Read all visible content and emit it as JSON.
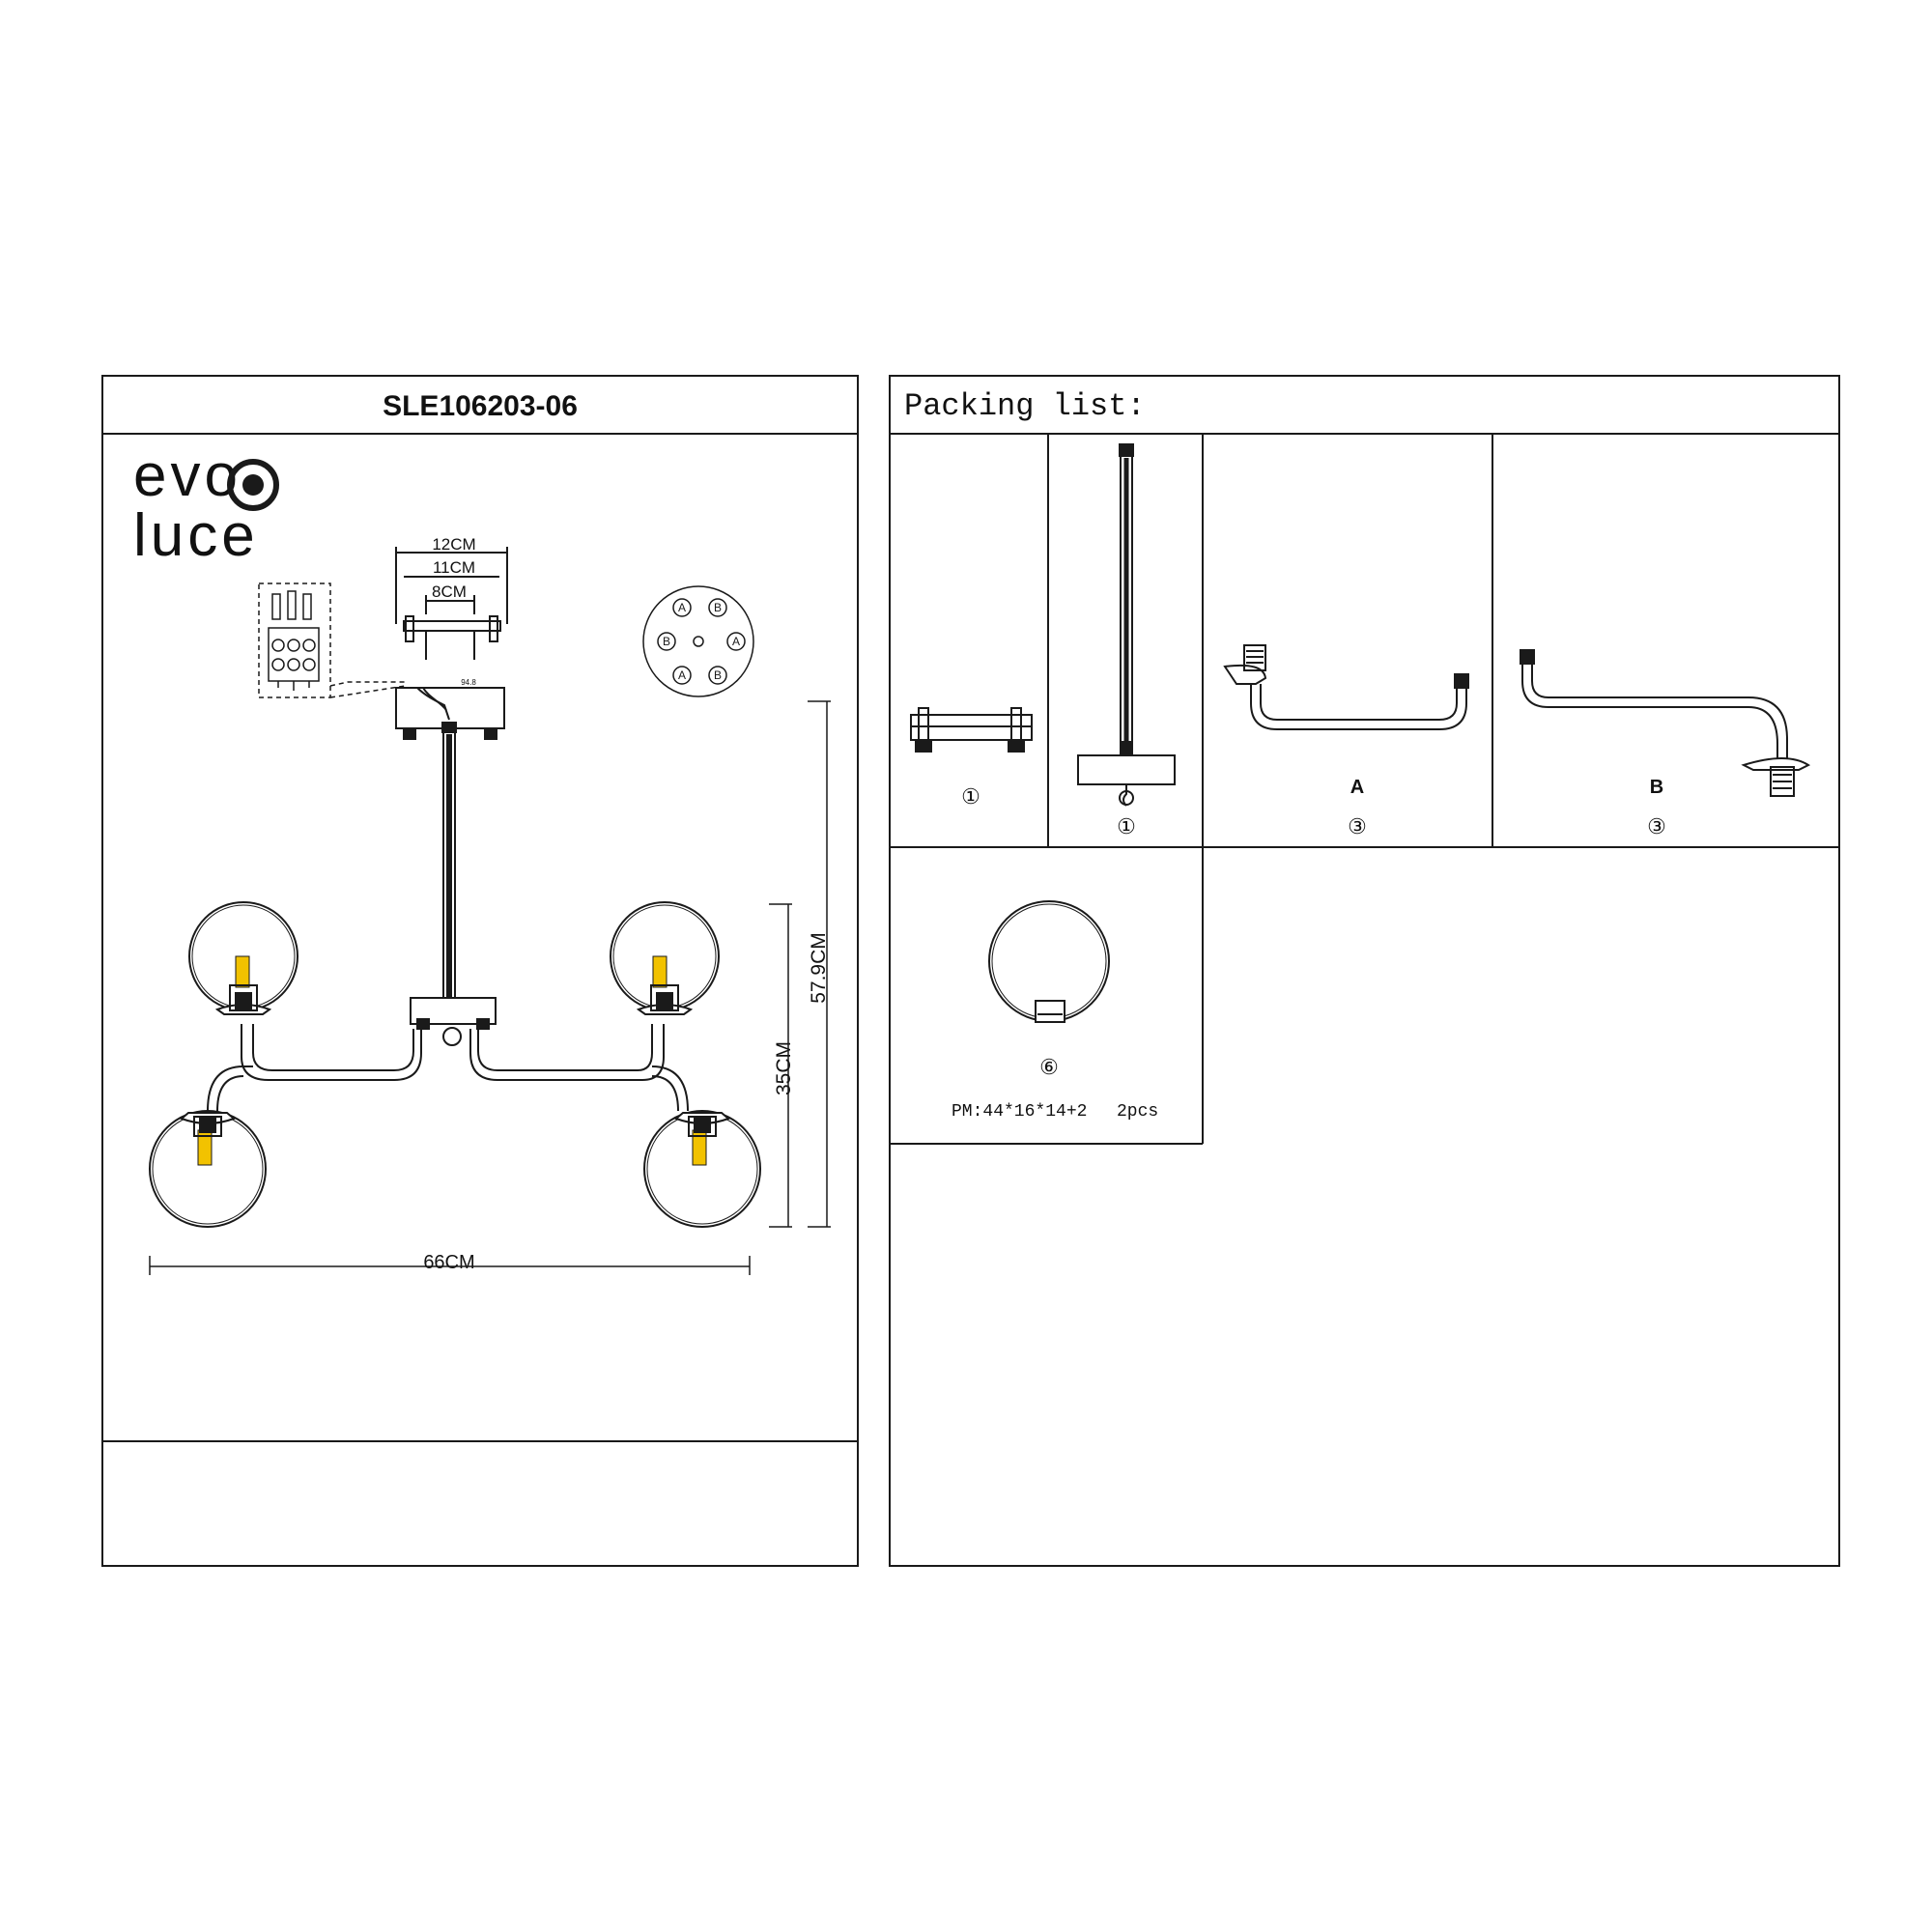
{
  "spec_sheet": {
    "model": "SLE106203-06",
    "brand": {
      "line1": "evo",
      "line2": "luce"
    },
    "dimensions": {
      "mount_outer": "12CM",
      "mount_inner": "11CM",
      "mount_holes": "8CM",
      "canopy_small": "94.8",
      "total_height": "57.9CM",
      "body_height": "35CM",
      "width": "66CM"
    },
    "hub_ports": [
      "A",
      "B",
      "B",
      "A",
      "A",
      "B"
    ]
  },
  "packing_list": {
    "title": "Packing list:",
    "items": [
      {
        "caption": "",
        "qty": "①"
      },
      {
        "caption": "",
        "qty": "①"
      },
      {
        "caption": "A",
        "qty": "③"
      },
      {
        "caption": "B",
        "qty": "③"
      },
      {
        "caption": "",
        "qty": "⑥"
      }
    ],
    "package_note": "PM:44*16*14+2",
    "package_count": "2pcs"
  },
  "colors": {
    "line": "#1a1a1a",
    "bulb": "#f2c200",
    "background": "#ffffff"
  }
}
